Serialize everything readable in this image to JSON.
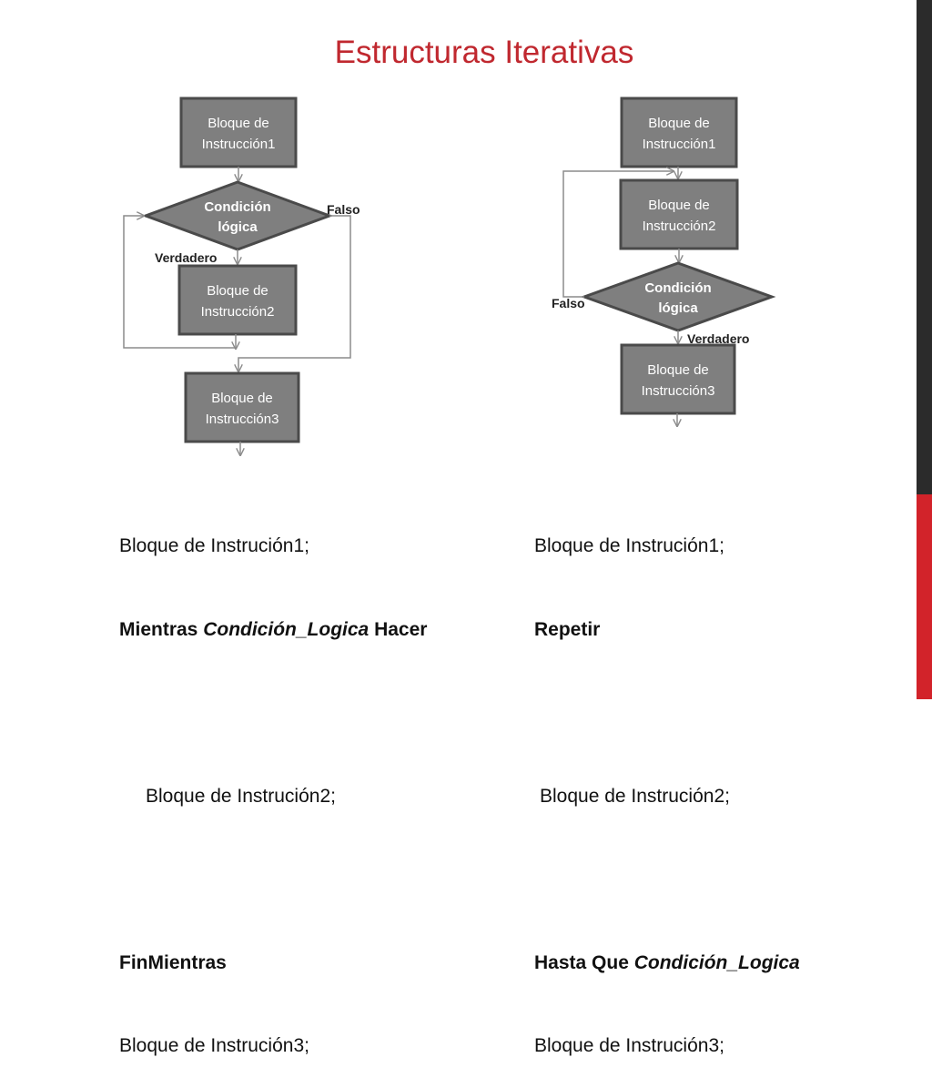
{
  "title": "Estructuras Iterativas",
  "colors": {
    "title": "#c0282f",
    "box_fill": "#7f7f7f",
    "box_border": "#4a4a4a",
    "side_dark": "#2b2b2b",
    "side_red": "#d2232a"
  },
  "while_diagram": {
    "box1": [
      "Bloque de",
      "Instrucción1"
    ],
    "condition": [
      "Condición",
      "lógica"
    ],
    "false_label": "Falso",
    "true_label": "Verdadero",
    "box2": [
      "Bloque de",
      "Instrucción2"
    ],
    "box3": [
      "Bloque de",
      "Instrucción3"
    ]
  },
  "repeat_diagram": {
    "box1": [
      "Bloque de",
      "Instrucción1"
    ],
    "box2": [
      "Bloque de",
      "Instrucción2"
    ],
    "condition": [
      "Condición",
      "lógica"
    ],
    "false_label": "Falso",
    "true_label": "Verdadero",
    "box3": [
      "Bloque de",
      "Instrucción3"
    ]
  },
  "while_code": {
    "line1": "Bloque de Instrución1;",
    "line2_kw1": "Mientras",
    "line2_cond": "Condición_Logica",
    "line2_kw2": "Hacer",
    "line3": "Bloque de Instrución2;",
    "line4": "FinMientras",
    "line5": "Bloque de Instrución3;"
  },
  "repeat_code": {
    "line1": "Bloque de Instrución1;",
    "line2": "Repetir",
    "line3": "Bloque de Instrución2;",
    "line4_kw": "Hasta Que",
    "line4_cond": "Condición_Logica",
    "line5": "Bloque de Instrución3;"
  }
}
